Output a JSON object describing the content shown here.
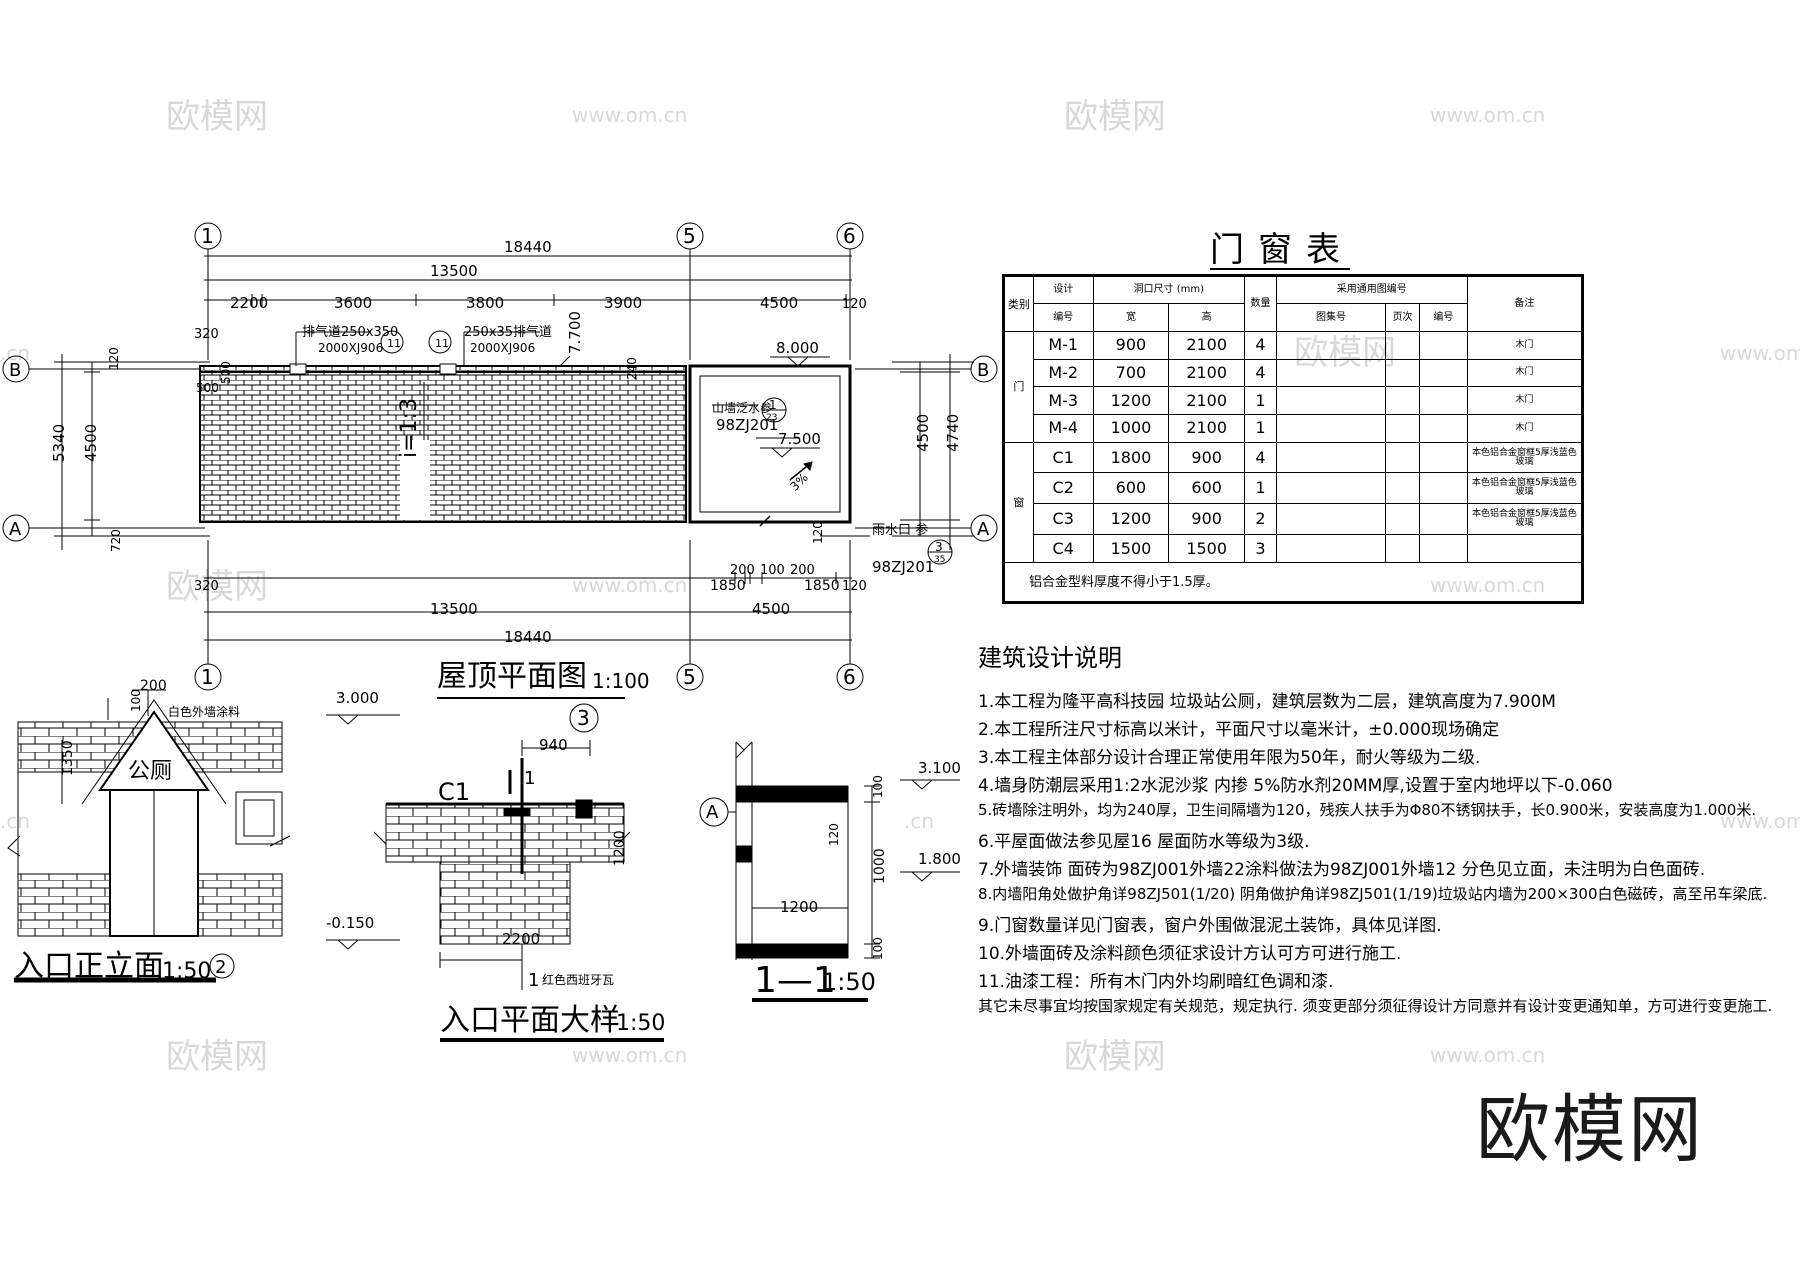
{
  "watermarks": {
    "brand": "欧模网",
    "url": "www.om.cn",
    "url_small": ".cn"
  },
  "roof_plan": {
    "title": "屋顶平面图",
    "scale": "1:100",
    "axes_top": [
      "1",
      "5",
      "6"
    ],
    "axes_side": [
      "B",
      "A"
    ],
    "dims_total": "18440",
    "dims_mid": "13500",
    "dims_segments": [
      "2200",
      "3600",
      "3800",
      "3900",
      "4500",
      "120"
    ],
    "dims_bottom": [
      "320",
      "1850",
      "200",
      "100",
      "200",
      "1850",
      "120"
    ],
    "dims_bottom_mid": "4500",
    "dims_left_outer": "5340",
    "dims_left_inner": "4500",
    "dims_left_top": "120",
    "dims_left_bottom": "720",
    "dims_right_inner": "4500",
    "dims_right_outer": "4740",
    "vent1": "排气道250x350",
    "vent1_ref": "2000XJ906",
    "vent2": "250x35排气道",
    "vent2_ref": "2000XJ906",
    "detail_marks": [
      "11",
      "11"
    ],
    "slope": "i=1:3",
    "elev1": "7.700",
    "elev2": "8.000",
    "elev3": "7.500",
    "gable": "山墙泛水参",
    "gable_ref": "98ZJ201",
    "gable_detail": "1",
    "gable_detail_sub": "23",
    "rain": "雨水口 参",
    "rain_ref": "98ZJ201",
    "rain_detail": "3",
    "rain_detail_sub": "35",
    "small_dims": [
      "320",
      "500",
      "500",
      "240",
      "120",
      "3%"
    ]
  },
  "door_window_table": {
    "title": "门窗表",
    "headers": {
      "category": "类别",
      "design": "设计",
      "design_sub": "编号",
      "opening": "洞口尺寸",
      "unit": "(mm)",
      "width": "宽",
      "height": "高",
      "quantity": "数量",
      "standard": "采用通用图编号",
      "atlas": "图集号",
      "page": "页次",
      "number": "编号",
      "remarks": "备注"
    },
    "cat_door": "门",
    "cat_window": "窗",
    "rows": [
      {
        "id": "M-1",
        "w": "900",
        "h": "2100",
        "q": "4",
        "note": "木门"
      },
      {
        "id": "M-2",
        "w": "700",
        "h": "2100",
        "q": "4",
        "note": "木门"
      },
      {
        "id": "M-3",
        "w": "1200",
        "h": "2100",
        "q": "1",
        "note": "木门"
      },
      {
        "id": "M-4",
        "w": "1000",
        "h": "2100",
        "q": "1",
        "note": "木门"
      },
      {
        "id": "C1",
        "w": "1800",
        "h": "900",
        "q": "4",
        "note": "本色铝合金窗框5厚浅蓝色玻璃"
      },
      {
        "id": "C2",
        "w": "600",
        "h": "600",
        "q": "1",
        "note": "本色铝合金窗框5厚浅蓝色玻璃"
      },
      {
        "id": "C3",
        "w": "1200",
        "h": "900",
        "q": "2",
        "note": "本色铝合金窗框5厚浅蓝色玻璃"
      },
      {
        "id": "C4",
        "w": "1500",
        "h": "1500",
        "q": "3",
        "note": ""
      }
    ],
    "footer": "铝合金型料厚度不得小于1.5厚。"
  },
  "notes": {
    "heading": "建筑设计说明",
    "items": [
      "1.本工程为隆平高科技园 垃圾站公厕，建筑层数为二层，建筑高度为7.900M",
      "2.本工程所注尺寸标高以米计，平面尺寸以毫米计，±0.000现场确定",
      "3.本工程主体部分设计合理正常使用年限为50年，耐火等级为二级.",
      "4.墙身防潮层采用1:2水泥沙浆 内掺 5%防水剂20MM厚,设置于室内地坪以下-0.060",
      "5.砖墙除注明外，均为240厚，卫生间隔墙为120，残疾人扶手为Φ80不锈钢扶手，长0.900米，安装高度为1.000米.",
      "6.平屋面做法参见屋16  屋面防水等级为3级.",
      "7.外墙装饰 面砖为98ZJ001外墙22涂料做法为98ZJ001外墙12   分色见立面，未注明为白色面砖.",
      "8.内墙阳角处做护角详98ZJ501(1/20)   阴角做护角详98ZJ501(1/19)垃圾站内墙为200×300白色磁砖，高至吊车梁底.",
      "9.门窗数量详见门窗表，窗户外围做混泥土装饰，具体见详图.",
      "10.外墙面砖及涂料颜色须征求设计方认可方可进行施工.",
      "11.油漆工程：所有木门内外均刷暗红色调和漆."
    ],
    "closing": "其它未尽事宜均按国家规定有关规范，规定执行. 须变更部分须征得设计方同意并有设计变更通知单，方可进行变更施工."
  },
  "entrance_elevation": {
    "title": "入口正立面",
    "scale": "1:50",
    "axis": "2",
    "sign": "公厕",
    "paint": "白色外墙涂料",
    "dims": [
      "200",
      "100",
      "1350"
    ],
    "elev_top": "3.000",
    "elev_bottom": "-0.150"
  },
  "entrance_plan": {
    "title": "入口平面大样",
    "scale": "1:50",
    "axis": "3",
    "window": "C1",
    "dims": [
      "940",
      "2200",
      "1200"
    ],
    "mark": "1",
    "tile": "红色西班牙瓦"
  },
  "section": {
    "title": "1—1",
    "scale": "1:50",
    "axis": "A",
    "elev_top": "3.100",
    "elev_bottom": "1.800",
    "dims": [
      "100",
      "1000",
      "100",
      "1200",
      "120"
    ]
  }
}
